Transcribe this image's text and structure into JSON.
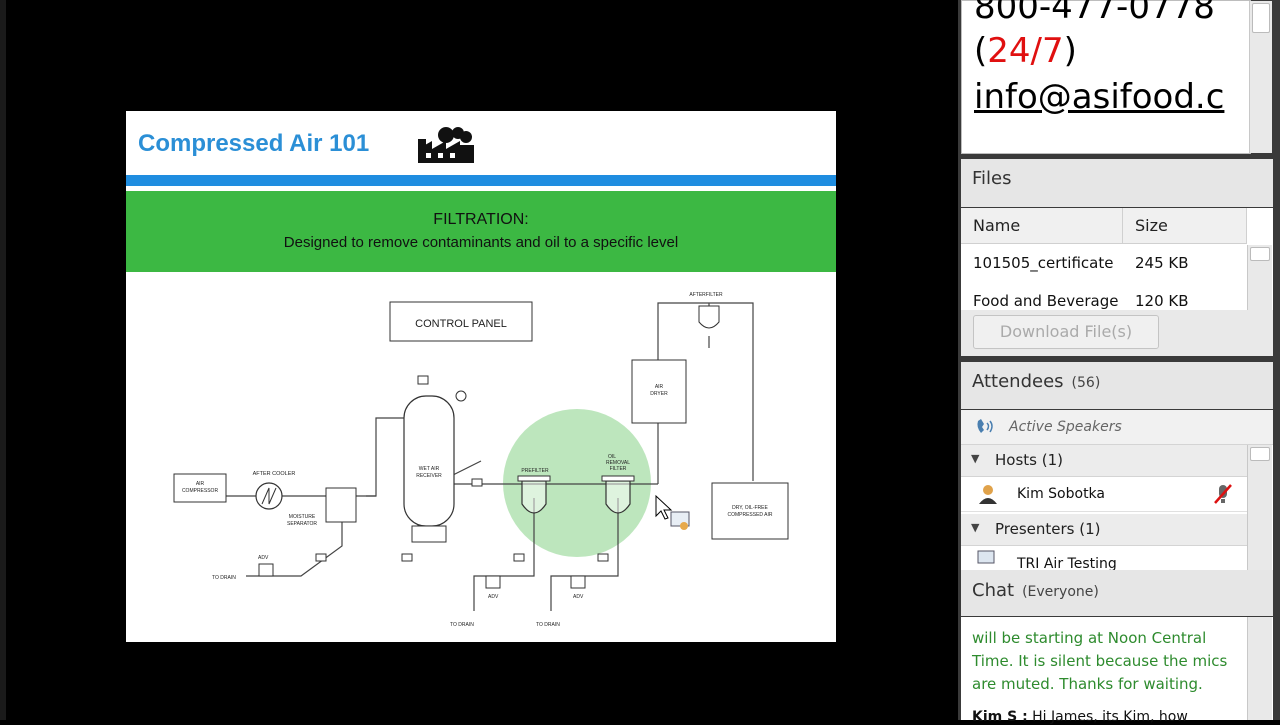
{
  "slide": {
    "title": "Compressed Air 101",
    "band_title": "FILTRATION:",
    "band_subtitle": "Designed to remove contaminants and oil to a specific level",
    "diagram": {
      "control_panel": "CONTROL PANEL",
      "afterfilter": "AFTERFILTER",
      "air_dryer_1": "AIR",
      "air_dryer_2": "DRYER",
      "air_compressor_1": "AIR",
      "air_compressor_2": "COMPRESSOR",
      "after_cooler": "AFTER COOLER",
      "moisture_separator_1": "MOISTURE",
      "moisture_separator_2": "SEPARATOR",
      "wet_air_receiver_1": "WET AIR",
      "wet_air_receiver_2": "RECEIVER",
      "prefilter": "PREFILTER",
      "oil_removal_filter_1": "OIL",
      "oil_removal_filter_2": "REMOVAL",
      "oil_removal_filter_3": "FILTER",
      "dry_oil_free_1": "DRY, OIL-FREE",
      "dry_oil_free_2": "COMPRESSED AIR",
      "adv": "ADV",
      "to_drain": "TO DRAIN"
    },
    "colors": {
      "title": "#2b8fd6",
      "bar": "#1f8de0",
      "band": "#3cb843",
      "highlight": "#9ad89a"
    }
  },
  "contact": {
    "phone": "800-477-0778",
    "hours_open": "(",
    "hours": "24/7",
    "hours_close": ")",
    "email": "info@asifood.c"
  },
  "files": {
    "title": "Files",
    "col_name": "Name",
    "col_size": "Size",
    "rows": [
      {
        "name": "101505_certificate",
        "size": "245 KB"
      },
      {
        "name": "Food and Beverage",
        "size": "120 KB"
      }
    ],
    "download_label": "Download File(s)"
  },
  "attendees": {
    "title": "Attendees",
    "count": "(56)",
    "active_speakers": "Active Speakers",
    "hosts_label": "Hosts (1)",
    "host_name": "Kim Sobotka",
    "presenters_label": "Presenters (1)",
    "presenter_name": "TRI Air Testing"
  },
  "chat": {
    "title": "Chat",
    "scope": "(Everyone)",
    "message1": "will be starting at Noon Central Time. It is silent because the mics are muted. Thanks for waiting.",
    "message2_sender": "Kim S :",
    "message2_text": " Hi James, its Kim, how"
  }
}
